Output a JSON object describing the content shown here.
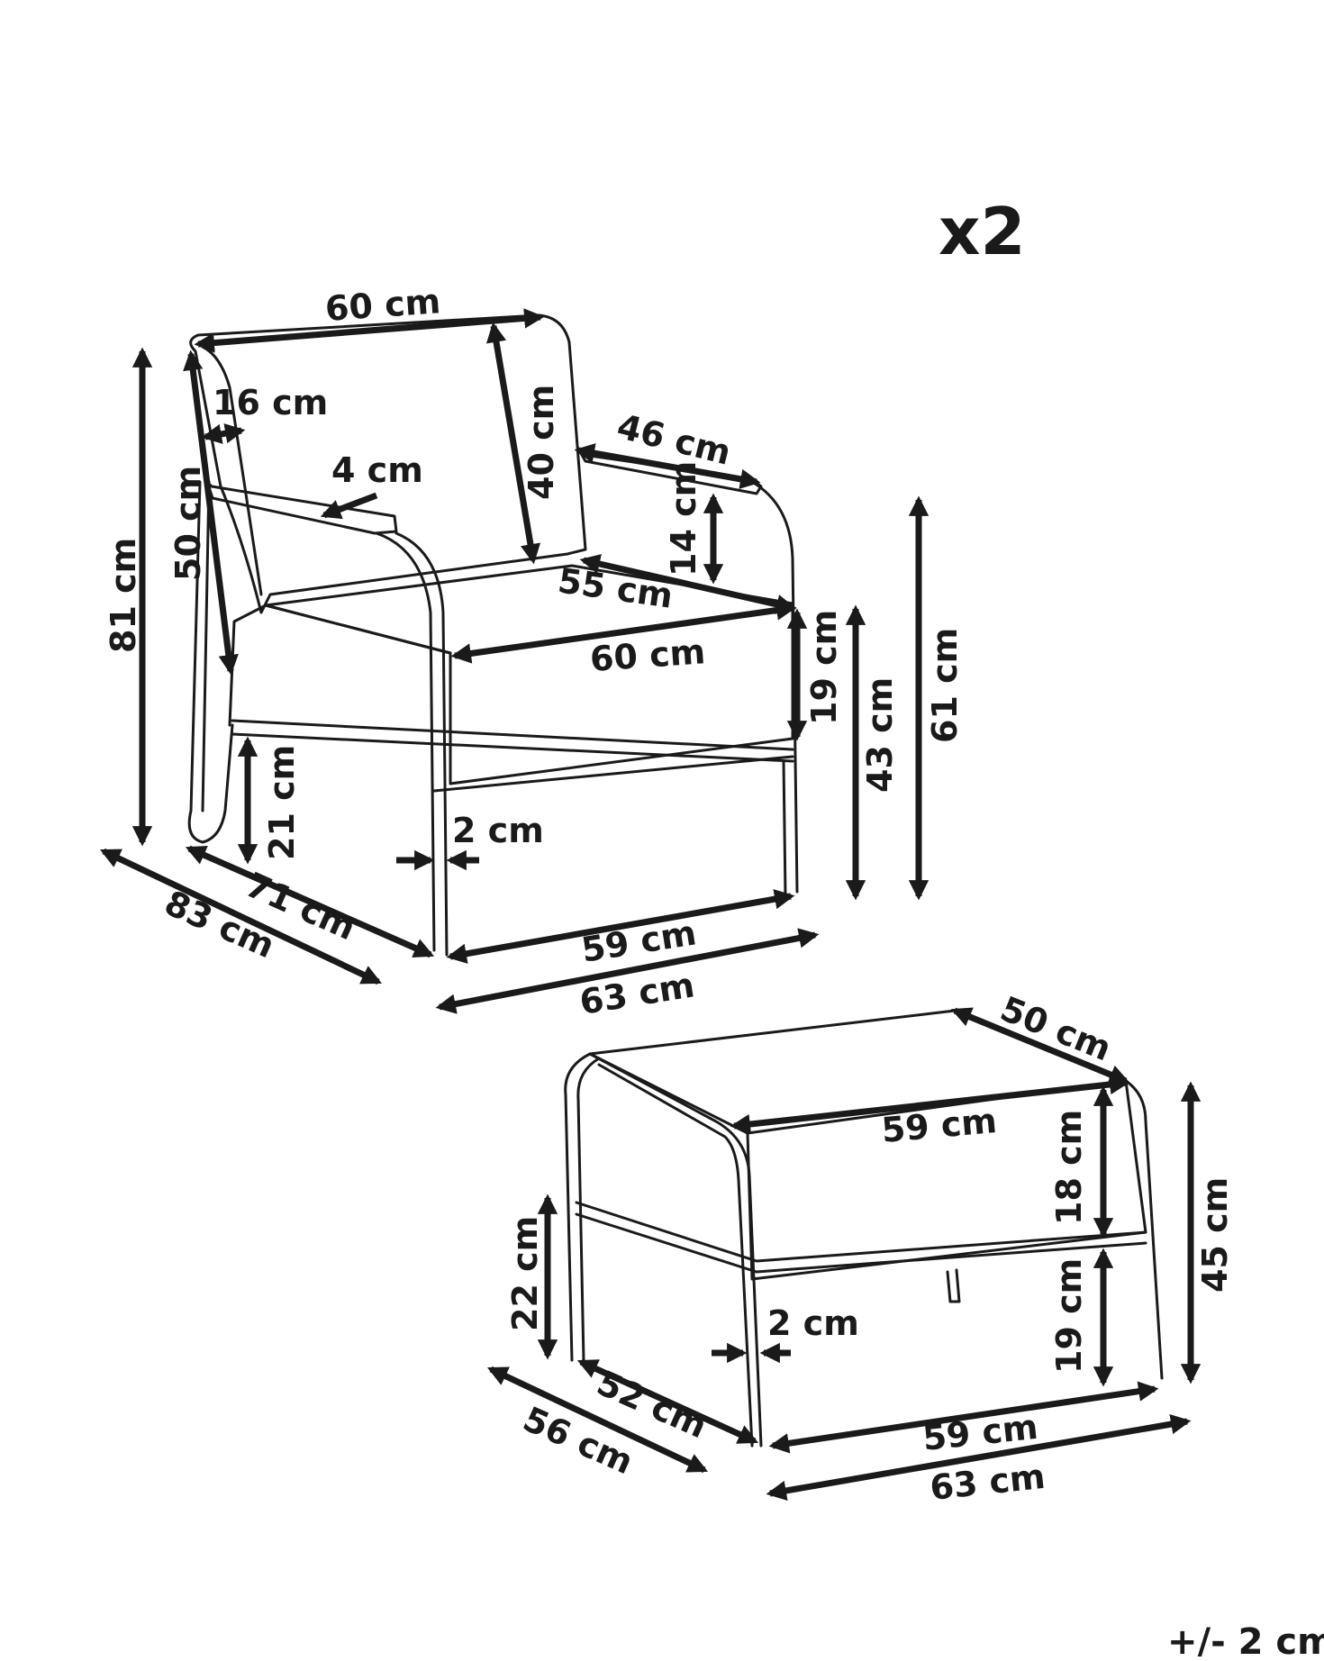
{
  "quantity": "x2",
  "tolerance": "+/- 2 cm",
  "armchair": {
    "backrest_width": "60 cm",
    "backrest_thickness": "16 cm",
    "armrest_thickness": "4 cm",
    "backrest_height": "40 cm",
    "armrest_length": "46 cm",
    "armrest_height": "14 cm",
    "backrest_side": "50 cm",
    "seat_depth": "55 cm",
    "seat_width": "60 cm",
    "cushion_height": "19 cm",
    "total_height": "81 cm",
    "armrest_total_height": "61 cm",
    "seat_height": "43 cm",
    "floor_clearance": "21 cm",
    "frame_tube": "2 cm",
    "inner_depth": "71 cm",
    "total_depth": "83 cm",
    "inner_width": "59 cm",
    "total_width": "63 cm"
  },
  "ottoman": {
    "top_depth": "50 cm",
    "top_width": "59 cm",
    "cushion_height": "18 cm",
    "total_height": "45 cm",
    "leg_height": "19 cm",
    "side_frame_height": "22 cm",
    "frame_tube": "2 cm",
    "inner_depth": "52 cm",
    "total_depth": "56 cm",
    "inner_width": "59 cm",
    "total_width": "63 cm"
  }
}
